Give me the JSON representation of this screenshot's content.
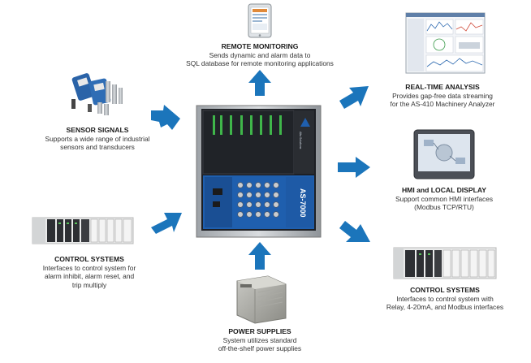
{
  "colors": {
    "arrow": "#1b75bb",
    "rack_blue": "#1f5fae",
    "rack_dark": "#1d1f24"
  },
  "rack": {
    "brand": "Alta Solutions",
    "model": "AS-7000"
  },
  "remote_monitoring": {
    "title": "REMOTE MONITORING",
    "lines": [
      "Sends dynamic and alarm data to",
      "SQL database for remote monitoring applications"
    ]
  },
  "sensor_signals": {
    "title": "SENSOR SIGNALS",
    "lines": [
      "Supports a wide range of industrial",
      "sensors and transducers"
    ]
  },
  "control_systems_left": {
    "title": "CONTROL SYSTEMS",
    "lines": [
      "Interfaces to control system for",
      "alarm inhibit, alarm reset, and",
      "trip multiply"
    ]
  },
  "power_supplies": {
    "title": "POWER SUPPLIES",
    "lines": [
      "System utilizes standard",
      "off-the-shelf power supplies"
    ]
  },
  "real_time_analysis": {
    "title": "REAL-TIME ANALYSIS",
    "lines": [
      "Provides gap-free data streaming",
      "for  the AS-410 Machinery Analyzer"
    ]
  },
  "hmi_display": {
    "title": "HMI and LOCAL DISPLAY",
    "lines": [
      "Support common HMI interfaces",
      "(Modbus TCP/RTU)"
    ]
  },
  "control_systems_right": {
    "title": "CONTROL SYSTEMS",
    "lines": [
      "Interfaces to control system with",
      "Relay, 4-20mA, and Modbus interfaces"
    ]
  }
}
